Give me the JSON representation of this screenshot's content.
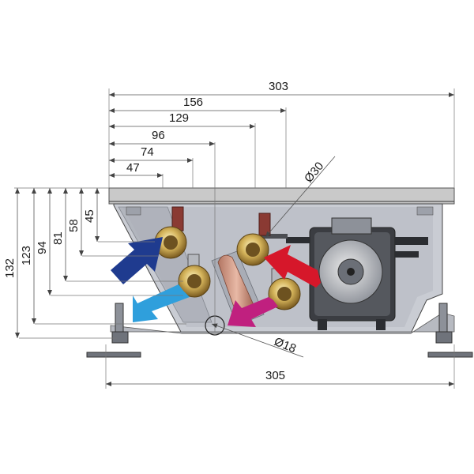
{
  "dimensions": {
    "horizontal": {
      "d303": "303",
      "d156": "156",
      "d129": "129",
      "d96": "96",
      "d74": "74",
      "d47": "47",
      "d305": "305"
    },
    "vertical": {
      "d132": "132",
      "d123": "123",
      "d94": "94",
      "d81": "81",
      "d58": "58",
      "d45": "45"
    },
    "diameters": {
      "d30": "Ø30",
      "d18": "Ø18"
    }
  },
  "colors": {
    "arrow_navy": "#1f3b8f",
    "arrow_cyan": "#2f9fdc",
    "arrow_red": "#d6172a",
    "arrow_magenta": "#c0207f",
    "housing": "#c8cbd3",
    "cover": "#c7c7c7",
    "panel": "#b9bcc4"
  },
  "icons": [
    "arrow-navy-icon",
    "arrow-cyan-icon",
    "arrow-red-icon",
    "arrow-magenta-icon"
  ]
}
